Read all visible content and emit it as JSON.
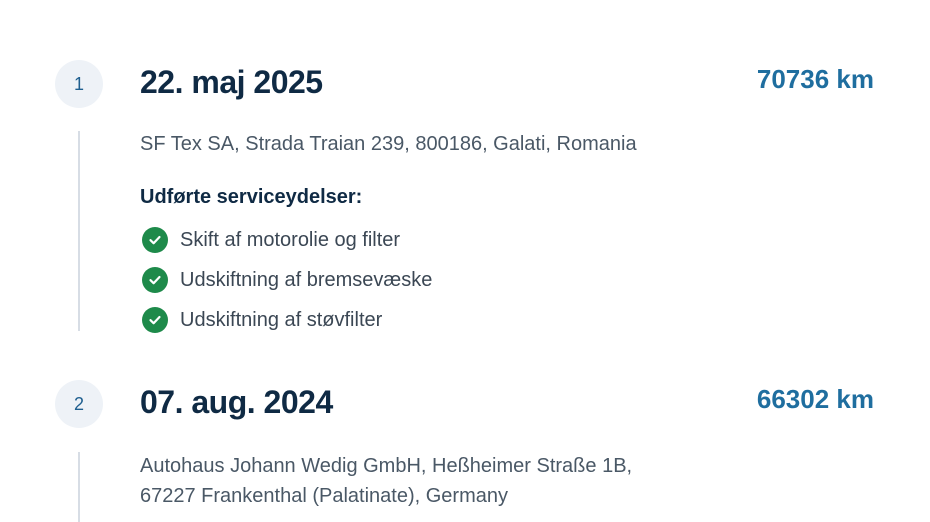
{
  "entries": [
    {
      "index": "1",
      "date": "22. maj 2025",
      "mileage": "70736 km",
      "address": "SF Tex SA, Strada Traian 239, 800186, Galati, Romania",
      "services_heading": "Udførte serviceydelser:",
      "services": [
        "Skift af motorolie og filter",
        "Udskiftning af bremsevæske",
        "Udskiftning af støvfilter"
      ]
    },
    {
      "index": "2",
      "date": "07. aug. 2024",
      "mileage": "66302 km",
      "address_lines": [
        "Autohaus Johann Wedig GmbH, Heßheimer Straße 1B,",
        "67227 Frankenthal (Palatinate), Germany"
      ]
    }
  ],
  "colors": {
    "accent": "#1f6e9f",
    "title": "#0f2a44",
    "check": "#1e8a4a",
    "circle_bg": "#eef2f7"
  },
  "icons": {
    "check": "check-circle-icon"
  }
}
